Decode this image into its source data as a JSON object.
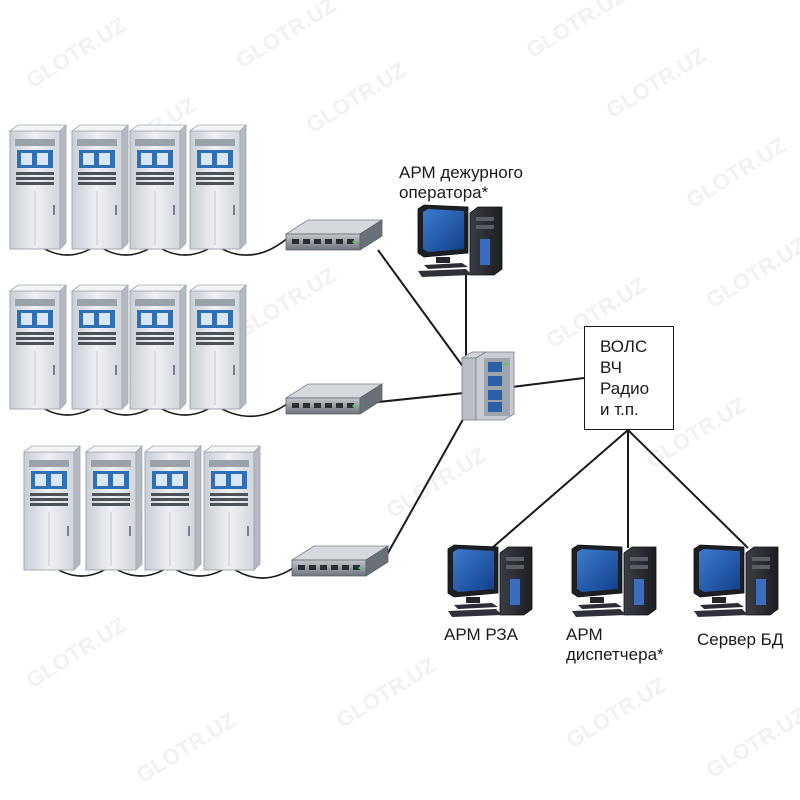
{
  "watermark": "GLOTR.UZ",
  "operator_workstation": {
    "line1": "АРМ  дежурного",
    "line2": "оператора*"
  },
  "comm_channels": {
    "line1": "ВОЛС",
    "line2": "ВЧ",
    "line3": "Радио",
    "line4": "и т.п."
  },
  "rza_workstation": "АРМ РЗА",
  "dispatcher_workstation": {
    "line1": "АРМ",
    "line2": "диспетчера*"
  },
  "db_server": "Сервер БД",
  "colors": {
    "line": "#1a1a1a",
    "cabinet": "#e6e9ee",
    "cabinet_panel": "#2e6fb8",
    "monitor_screen": "#1f5aa8",
    "device_body": "#8e949c"
  }
}
